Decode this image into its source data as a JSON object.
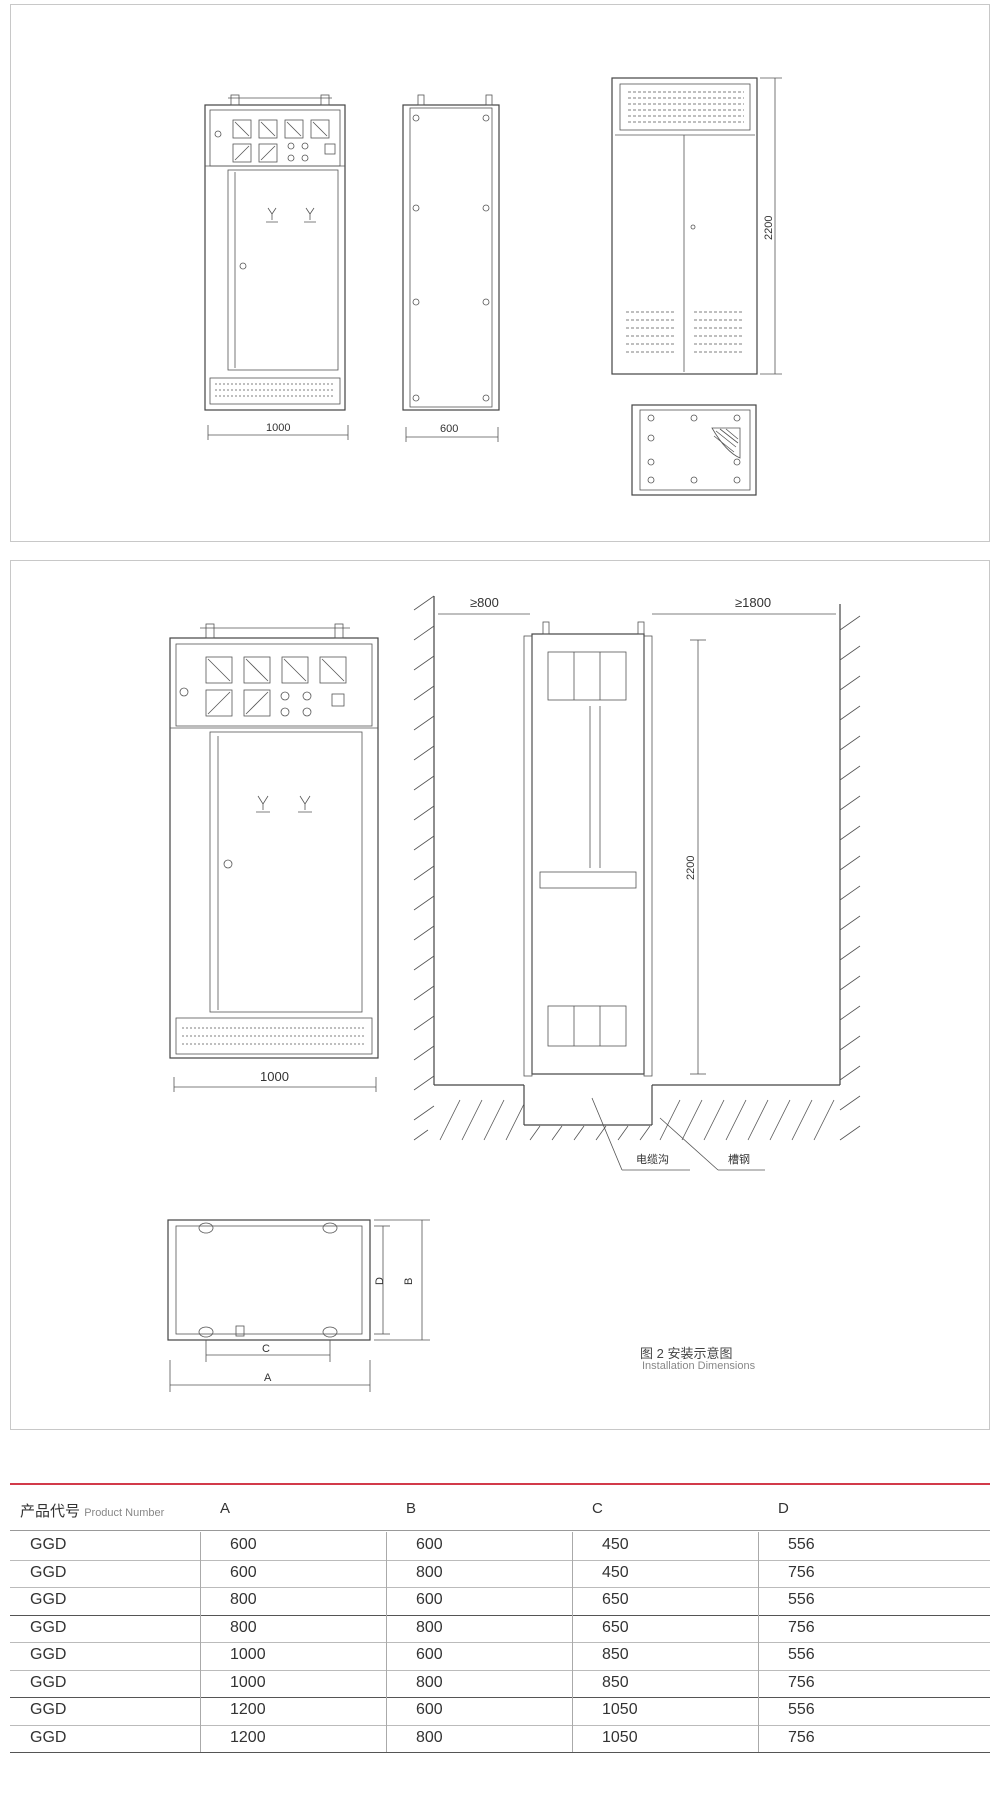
{
  "figure1": {
    "front_width_label": "1000",
    "side_depth_label": "600",
    "height_label": "2200"
  },
  "figure2": {
    "front_width_label": "1000",
    "rear_clearance_label": "≥800",
    "front_clearance_label": "≥1800",
    "height_label": "2200",
    "cable_trench_label": "电缆沟",
    "channel_steel_label": "槽钢",
    "dim_A": "A",
    "dim_B": "B",
    "dim_C": "C",
    "dim_D": "D",
    "caption_cn": "图 2 安装示意图",
    "caption_en": "Installation Dimensions"
  },
  "table": {
    "header_cn": "产品代号",
    "header_en": "Product Number",
    "columns": [
      "A",
      "B",
      "C",
      "D"
    ],
    "rows": [
      [
        "GGD",
        "600",
        "600",
        "450",
        "556"
      ],
      [
        "GGD",
        "600",
        "800",
        "450",
        "756"
      ],
      [
        "GGD",
        "800",
        "600",
        "650",
        "556"
      ],
      [
        "GGD",
        "800",
        "800",
        "650",
        "756"
      ],
      [
        "GGD",
        "1000",
        "600",
        "850",
        "556"
      ],
      [
        "GGD",
        "1000",
        "800",
        "850",
        "756"
      ],
      [
        "GGD",
        "1200",
        "600",
        "1050",
        "556"
      ],
      [
        "GGD",
        "1200",
        "800",
        "1050",
        "756"
      ]
    ]
  },
  "colors": {
    "accent_line": "#d23a4a",
    "drawing": "#444444"
  }
}
